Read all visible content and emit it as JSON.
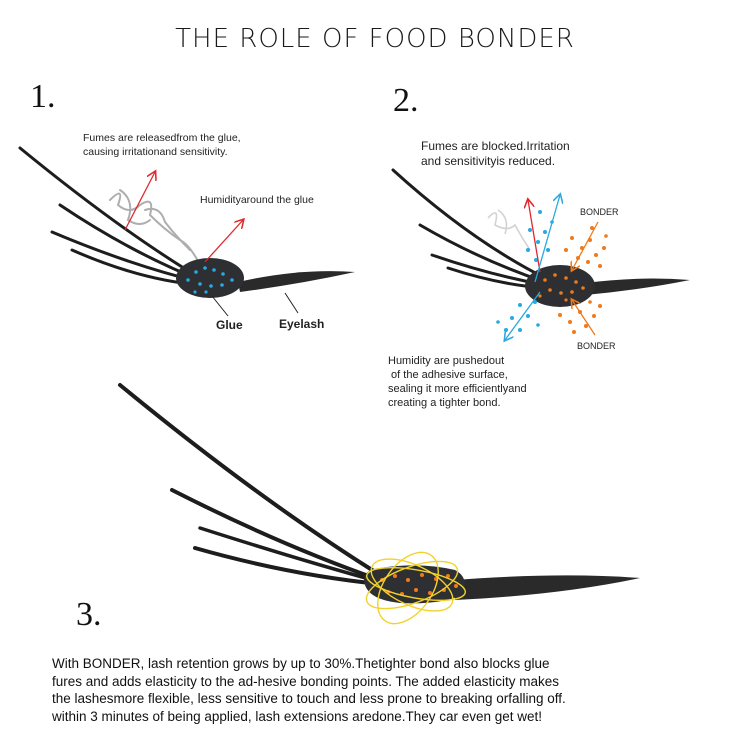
{
  "title": "THE ROLE OF FOOD BONDER",
  "panel1": {
    "number": "1.",
    "fumes_text": [
      "Fumes are releasedfrom the glue,",
      "causing irritationand sensitivity."
    ],
    "humidity_text": "Humidityaround the glue",
    "glue_label": "Glue",
    "eyelash_label": "Eyelash"
  },
  "panel2": {
    "number": "2.",
    "fumes_text": [
      "Fumes are blocked.Irritation",
      "and sensitivityis reduced."
    ],
    "bonder_top": "BONDER",
    "bonder_bottom": "BONDER",
    "humidity_text": [
      "Humidity are pushedout",
      " of the adhesive surface,",
      "sealing it more efficientlyand",
      "creating a tighter bond."
    ]
  },
  "panel3": {
    "number": "3."
  },
  "description": [
    "With BONDER, lash retention grows by up to 30%.Thetighter bond also blocks glue",
    "fures and adds elasticity to the ad-hesive bonding points. The added elasticity makes",
    "the lashesmore flexible, less sensitive to touch and less prone to breaking orfalling off.",
    "within 3 minutes of being applied, lash extensions aredone.They car even get wet!"
  ],
  "colors": {
    "glue": "#2d2f33",
    "water": "#29a9e0",
    "bonder": "#f07a1a",
    "arrow_red": "#e0282c",
    "ring": "#f2d22a"
  }
}
